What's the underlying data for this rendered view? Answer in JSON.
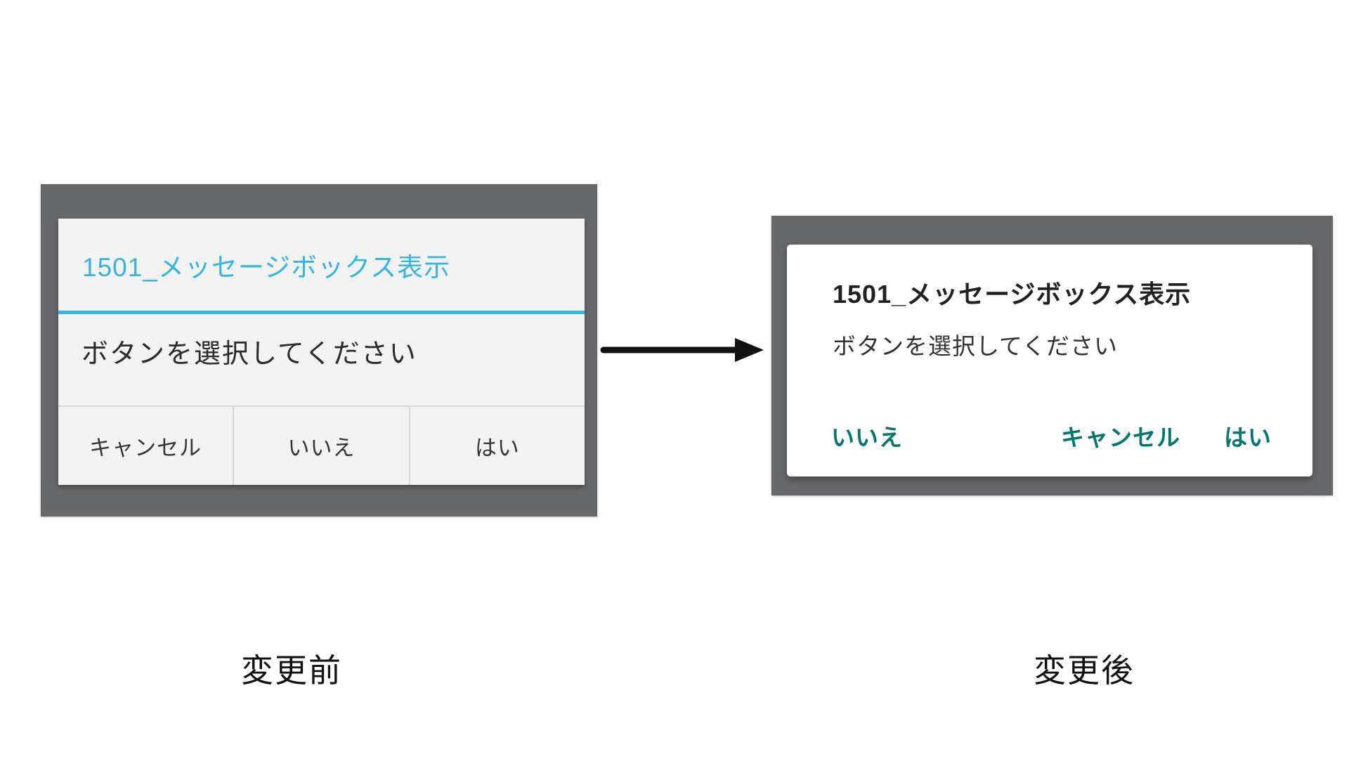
{
  "figure": {
    "description_before_label": "変更前",
    "description_after_label": "変更後"
  },
  "before": {
    "label": "変更前",
    "dialog": {
      "title": "1501_メッセージボックス表示",
      "message": "ボタンを選択してください",
      "buttons": [
        "キャンセル",
        "いいえ",
        "はい"
      ]
    }
  },
  "after": {
    "label": "変更後",
    "dialog": {
      "title": "1501_メッセージボックス表示",
      "message": "ボタンを選択してください",
      "buttons": [
        "いいえ",
        "キャンセル",
        "はい"
      ]
    }
  },
  "icons": {
    "arrow": "right-arrow-icon"
  },
  "colors": {
    "page_bg": "#ffffff",
    "frame_gray": "#67686a",
    "before_dialog_bg": "#f3f3f4",
    "holo_blue": "#33b5e5",
    "after_dialog_bg": "#ffffff",
    "teal_accent": "#00796b",
    "arrow_black": "#111111"
  }
}
